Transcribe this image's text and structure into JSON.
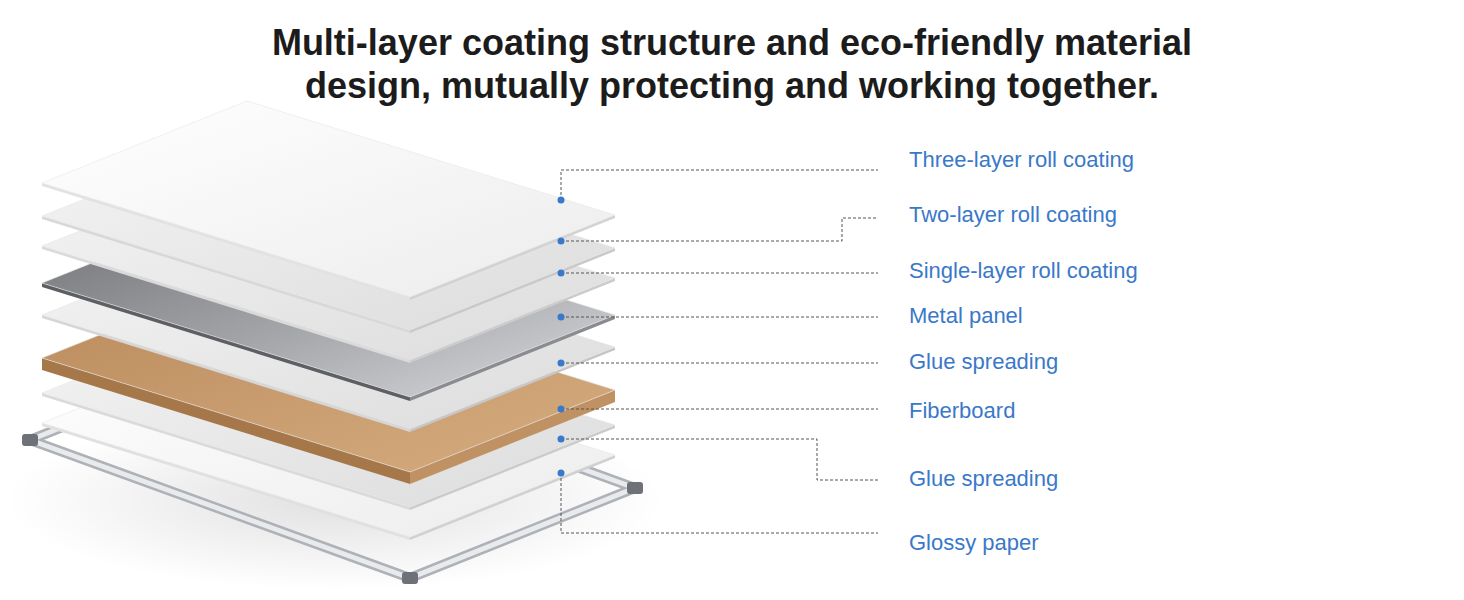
{
  "diagram": {
    "title": "Multi-layer coating structure and eco-friendly material design, mutually protecting and working together.",
    "labels": [
      "Three-layer roll coating",
      "Two-layer roll coating",
      "Single-layer roll coating",
      "Metal panel",
      "Glue spreading",
      "Fiberboard",
      "Glue spreading",
      "Glossy paper"
    ]
  }
}
